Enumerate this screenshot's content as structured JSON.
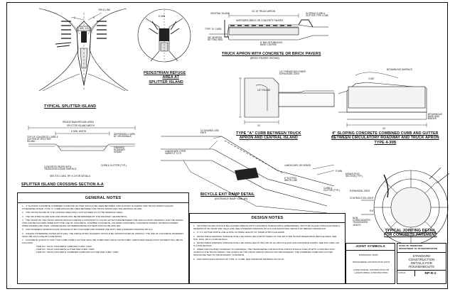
{
  "details": {
    "splitter_island": {
      "title": "TYPICAL SPLITTER ISLAND",
      "labels": [
        "YIELD LINE",
        "6'",
        "1'",
        "3'",
        "MIN. 100'"
      ]
    },
    "pedestrian_refuge": {
      "title_lines": [
        "PEDESTRIAN REFUGE",
        "AREA AT",
        "SPLITTER ISLAND"
      ],
      "labels": [
        "6' MIN.",
        "10'",
        "10'"
      ]
    },
    "truck_apron": {
      "title": "TRUCK APRON WITH CONCRETE OR BRICK PAVERS",
      "subtitle": "(BRICK PAVERS SHOWN)",
      "labels": [
        "10'-15' TRUCK APRON",
        "CENTRAL ISLAND",
        "MORTARED BRICK OR CONCRETE PAVERS",
        "SLOPING CURB & GUTTER TYPE 4-30B",
        "TYPE \"A\" CURB",
        "3/4\" MORTAR SETTING BED",
        "6\" MIN. BITUMINOUS BASE COURSE"
      ]
    },
    "type_a_curb": {
      "title_lines": [
        "TYPE \"A\" CURB BETWEEN TRUCK",
        "APRON AND CENTRAL ISLAND"
      ],
      "labels": [
        "1/2\" PREMOLDED FIBER EXPANSION JOINT",
        "1/2\" ROUND",
        "1/2\" PREMOLDED FIBER EXPANSION JOINT",
        "6\"",
        "4\"",
        "6\"",
        "4\"",
        "14\""
      ]
    },
    "sloping_curb": {
      "title_lines": [
        "4\" SLOPING CONCRETE COMBINED CURB AND GUTTER",
        "BETWEEN CIRCULATORY ROADWAY AND TRUCK APRON",
        "TYPE 4-30B"
      ],
      "labels": [
        "BITUMINOUS SURFACE",
        "24\"",
        "8\"",
        "6\"",
        "0.030'",
        "6.5\"",
        "BITUMINOUS BASE AND BINDER"
      ]
    },
    "crossing_section": {
      "title": "SPLITTER ISLAND CROSSING SECTION A-A",
      "labels": [
        "PEDESTRIAN REFUGE AREA",
        "SPLITTER ISLAND WIDTH",
        "6' MIN. WIDTH",
        "TOP OF CONCRETE CURB & GUTTER AT SPLITTER ISLAND",
        "DEPRESSED CURB AT CROSSWALK",
        "FINISHED ROADWAY GRADE",
        "CONCRETE PAVER WITH TRUNCATED DOME SURFACE",
        "CURB & GUTTER (TYP.)",
        "SEE STD. DWG. RP-H-3 FOR DETAILS"
      ]
    },
    "bicycle_ramp": {
      "title": "BICYCLE EXIT RAMP DETAIL",
      "subtitle": "(ENTRANCE RAMP SIMILAR)",
      "labels": [
        "10' SHARED USE PATH",
        "LANDSCAPE STRIP VARIES 3' TO 5'",
        "6\" DOTTED WHITE LINE",
        "LANDSCAPE OR GRASS",
        "CURB & GUTTER (TYP.)",
        "5' MIN.",
        "TRUNCATED DOMES"
      ]
    },
    "jointing": {
      "title_lines": [
        "TYPICAL JOINTING DETAIL",
        "FOR CONCRETE PAVEMENT"
      ],
      "labels": [
        "MONOLITHIC SECTION (TYP.)",
        "EXPANSION JOINT",
        "CONTRACTION JOINT",
        "EXIT",
        "NON-CONSOLIDATED TRANSVERSE JOINTS"
      ]
    }
  },
  "general_notes": {
    "header": "GENERAL NOTES",
    "items": [
      {
        "n": "1.",
        "text": "4\" SLOPING CONCRETE COMBINED CURB AND GUTTER SHOULD BE USED BETWEEN CIRCULATORY ROADWAY AND TRUCK APRON UNLESS OTHERWISE NOTED. TYPE \"A\" CURB SHOULD BE USED BETWEEN THE TRUCK APRON AND THE CENTRAL ISLAND."
      },
      {
        "n": "2.",
        "text": "THE CROSS SLOPE OF THE LANDING AREA SHALL NOT EXCEED 2% IN THE SIDEWALK AREA."
      },
      {
        "n": "3.",
        "text": "THE SPLITTER ISLAND SIZE AND SHAPE WILL BE DETERMINED BY THE ROADWAY GEOMETRICS."
      },
      {
        "n": "4.",
        "text": "THE FINISH ON THE TRUCK APRON SHOULD CREATE A CONTRAST IN COLOR OR TEXTURE BETWEEN THE CIRCULATORY ROADWAY AND THE APRON. THIS CAN BE ACCOMPLISHED WITH THE USE OF CONCRETE, STAMPED CONCRETE, COLORED CONCRETE, CONCRETE PAVERS, OR BRICK PAVERS. WHEN PAVERS ARE USED, A BASE/GRADE OR HERRINGBONE PATTERN SHOULD BE APPLIED."
      },
      {
        "n": "5.",
        "text": "FOR PAVEMENT MARKINGS AND SIGNAGE AT BICYCLE RAMP AND SHARED USE PATH, SEE STANDARD DRAWING RP-M-4."
      },
      {
        "n": "6.",
        "text": "UNLESS OTHERWISE NOTED ON PLANS, THE CIRCULATORY ROADWAY SHOULD BE CONSTRUCTED OF ASPHALT. THE USE OF CONCRETE PAVEMENT SHALL BE ON A CASE-BY-CASE BASIS."
      },
      {
        "n": "7.",
        "text": "CONCRETE QUANTITY FOR TYPE 4-30B CURB & GUTTER SHALL BE COMPUTED USING 0.0705 CUBIC YARDS PER LINEAR FOOT. PAYMENT WILL BE AS FOLLOWS:"
      }
    ],
    "items_list": [
      "ITEM NO. 702-01   CONCRETE CURB PER CUBIC YARD",
      "ITEM NO. 702-03   CONCRETE GUTTER PER CUBIC YARD",
      "ITEM NO. 702-03   CONCRETE COMBINED CURB AND GUTTER PER CUBIC YARD"
    ]
  },
  "design_notes": {
    "header": "DESIGN NOTES",
    "items": [
      {
        "n": "1.",
        "text": "SPLITTER ISLAND SHOULD BE A RAISED MEDIAN WITH CONCRETE HARDSCAPING (PREFERRED). SPLITTER ISLAND SHOULD EXTEND A MINIMUM OF 50' FROM THE YIELD LINE. SEE STANDARD DRAWING RP-M-4 FOR ADDITIONAL DETAILS OF MEDIAN CROSSINGS."
      },
      {
        "n": "2.",
        "text": "6\" X 2' DOTTED WHITE LINE ALONG OUTSIDE LENGTH OF TAPER AT BICYCLE RAMP."
      },
      {
        "n": "3.",
        "text": "DETECTABLE WARNING SURFACE SHALL BE INSTALLED AT BOTH SIDES OF THE SPLITTER ISLAND PEDESTRIAN REFUGE AREA. SEE STD. DWG. RP-H-3 FOR DETAILS."
      },
      {
        "n": "4.",
        "text": "DETECTABLE WARNING SURFACE SHALL BE INSTALLED AT THE TOP OF ALL BICYCLE EXIT AND ENTRANCE RAMPS. SEE STD. DWG. RP-H-3 FOR DETAILS."
      },
      {
        "n": "5.",
        "text": "WHEN CIRCULATORY ROADWAY IS CONCRETE, THE TRANSVERSE CONTRACTION JOINTS SHOULD LINE UP WITH CONSTRUCTION JOINTS IN THE TRUCK APRON. THE JOINTS ON THE TRUCK APRON SHOULD NOT BE DOWELED. THE COMBINED CURB AND GUTTER SHOULD BE TIED TO THE ROADWAY CONCRETE."
      },
      {
        "n": "6.",
        "text": "FOR ADDITIONAL DETAILS OF TYPE \"A\" CURB, SEE STANDARD DRAWING RP-H6-15."
      }
    ]
  },
  "joint_symbols": {
    "header": "JOINT SYMBOLS",
    "expansion": "EXPANSION JOINT",
    "contraction": "TRANSVERSE CONTRACTION JOINT",
    "longitudinal": "LONGITUDINAL CONTRACTION OR LONGITUDINAL CONSTRUCTION"
  },
  "title_block": {
    "state_lines": [
      "STATE OF TENNESSEE",
      "DEPARTMENT OF TRANSPORTATION"
    ],
    "title_lines": [
      "STANDARD",
      "CONSTRUCTION",
      "DETAILS FOR",
      "ROUNDABOUTS"
    ],
    "date": "4-28-22",
    "drawing_no": "RP-R-2"
  }
}
